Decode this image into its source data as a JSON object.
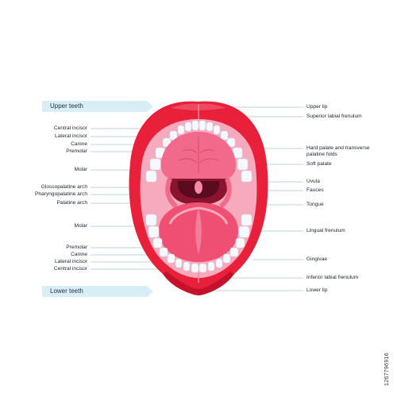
{
  "groups": {
    "upper_teeth": "Upper teeth",
    "lower_teeth": "Lower teeth"
  },
  "left_labels": [
    "Central incisor",
    "Lateral incisor",
    "Canine",
    "Premolar",
    "Molar",
    "Glossopalatine arch",
    "Pharyngopalatine arch",
    "Palatine arch",
    "Molar",
    "Premolar",
    "Canine",
    "Lateral incisor",
    "Central incisor"
  ],
  "right_labels": [
    "Upper lip",
    "Superior labial frenulum",
    "Hard palate and transverse",
    "palatine folds",
    "Soft palate",
    "Uvula",
    "Fauces",
    "Tongue",
    "Lingual frenulum",
    "Gingivae",
    "Inferior labial frenulum",
    "Lower lip"
  ],
  "stock_id": "1267796916",
  "colors": {
    "lip": "#e8203a",
    "lip_dark": "#c5122c",
    "mouth_inner": "#c22a4a",
    "palate": "#f26a8b",
    "tongue": "#ee4f73",
    "teeth": "#f6f9fc",
    "gum": "#f7a9bd",
    "tag_fill": "#d8eef6",
    "leader": "#7fa8bd"
  }
}
